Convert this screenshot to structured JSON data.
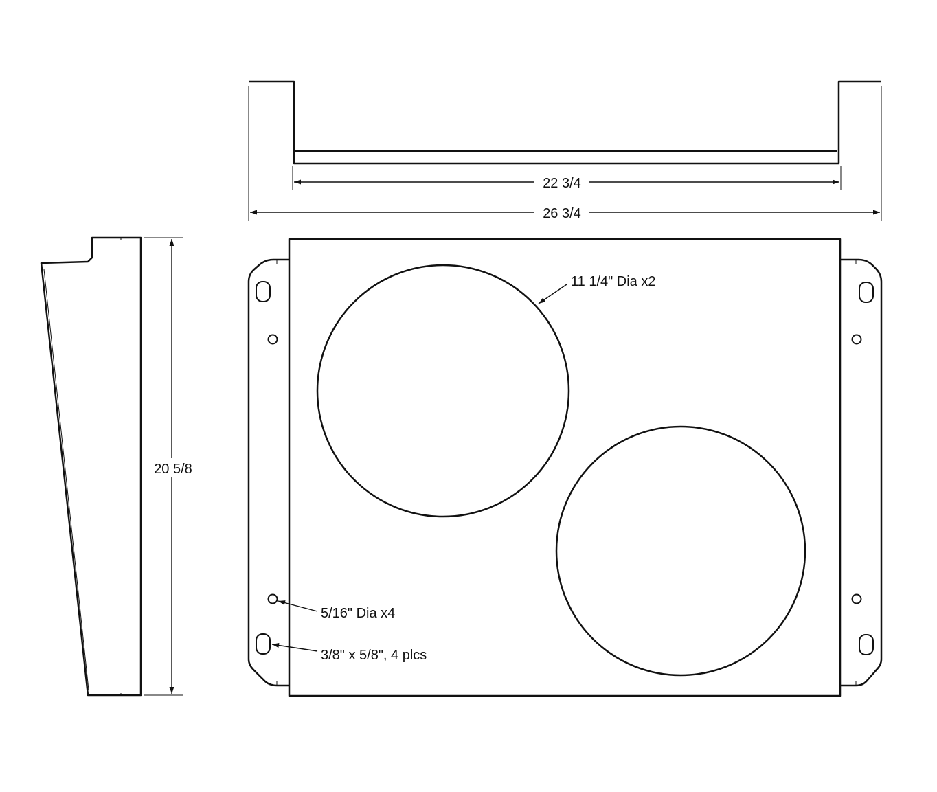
{
  "dimensions": {
    "inner_width": "22 3/4",
    "overall_width": "26 3/4",
    "height": "20 5/8"
  },
  "callouts": {
    "large_hole": "11 1/4\" Dia x2",
    "small_hole": "5/16\" Dia x4",
    "slot": "3/8\" x 5/8\", 4 plcs"
  }
}
